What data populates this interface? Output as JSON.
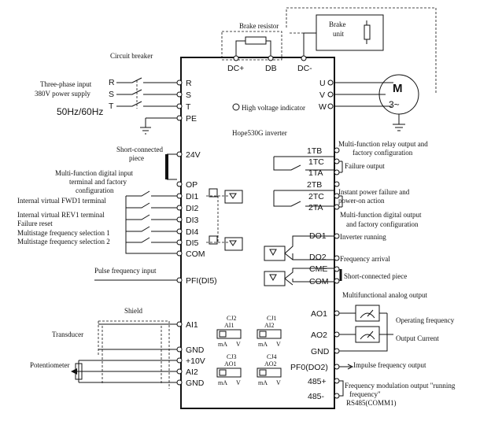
{
  "top": {
    "brake_resistor": "Brake resistor",
    "brake_unit_line1": "Brake",
    "brake_unit_line2": "unit",
    "dc_plus": "DC+",
    "db": "DB",
    "dc_minus": "DC-"
  },
  "left": {
    "circuit_breaker": "Circuit breaker",
    "three_phase_line1": "Three-phase input",
    "three_phase_line2": "380V power supply",
    "frequency": "50Hz/60Hz",
    "short_connected_line1": "Short-connected",
    "short_connected_line2": "piece",
    "multi_input_line1": "Multi-function digital input",
    "multi_input_line2": "terminal and factory",
    "multi_input_line3": "configuration",
    "fwd1": "Internal virtual FWD1 terminal",
    "rev1": "Internal virtual REV1 terminal",
    "failure_reset": "Failure reset",
    "msf1": "Multistage frequency selection 1",
    "msf2": "Multistage frequency selection 2",
    "pulse_input": "Pulse frequency input",
    "shield": "Shield",
    "transducer": "Transducer",
    "potentiometer": "Potentiometer"
  },
  "inverter": {
    "name": "Hope530G inverter",
    "hv_indicator": "High voltage indicator",
    "terminals_left": {
      "r": "R",
      "s": "S",
      "t": "T",
      "pe": "PE",
      "v24": "24V",
      "op": "OP",
      "di1": "DI1",
      "di2": "DI2",
      "di3": "DI3",
      "di4": "DI4",
      "di5": "DI5",
      "com": "COM",
      "pfi": "PFI(DI5)",
      "ai1": "AI1",
      "gnd1": "GND",
      "v10": "+10V",
      "ai2": "AI2",
      "gnd2": "GND"
    },
    "terminals_right": {
      "u": "U",
      "v": "V",
      "w": "W",
      "tb1": "1TB",
      "tc1": "1TC",
      "ta1": "1TA",
      "tb2": "2TB",
      "tc2": "2TC",
      "ta2": "2TA",
      "do1": "DO1",
      "do2": "DO2",
      "cme": "CME",
      "com": "COM",
      "ao1": "AO1",
      "ao2": "AO2",
      "gnd": "GND",
      "pf0": "PF0(DO2)",
      "p485": "485+",
      "m485": "485-"
    },
    "jumpers": {
      "cj2": "CJ2",
      "cj2_sig": "AI1",
      "cj1": "CJ1",
      "cj1_sig": "AI2",
      "cj3": "CJ3",
      "cj3_sig": "AO1",
      "cj4": "CJ4",
      "cj4_sig": "AO2",
      "ma": "mA",
      "v": "V"
    }
  },
  "motor": {
    "m": "M",
    "phase": "3~"
  },
  "right": {
    "relay_line1": "Multi-function relay output and",
    "relay_line2": "factory configuration",
    "failure_output": "Failure output",
    "instant_line1": "Instant  power  failure  and",
    "instant_line2": "power-on action",
    "digital_out_line1": "Multi-function digital output",
    "digital_out_line2": "and factory configuration",
    "inverter_running": "Inverter running",
    "frequency_arrival": "Frequency arrival",
    "short_connected": "Short-connected piece",
    "analog_output": "Multifunctional analog output",
    "operating_frequency": "Operating frequency",
    "output_current": "Output Current",
    "impulse_output": "Impulse frequency output",
    "freq_mod_line1": "Frequency  modulation  output  \"running",
    "freq_mod_line2": "frequency\"",
    "rs485": "RS485(COMM1)"
  }
}
